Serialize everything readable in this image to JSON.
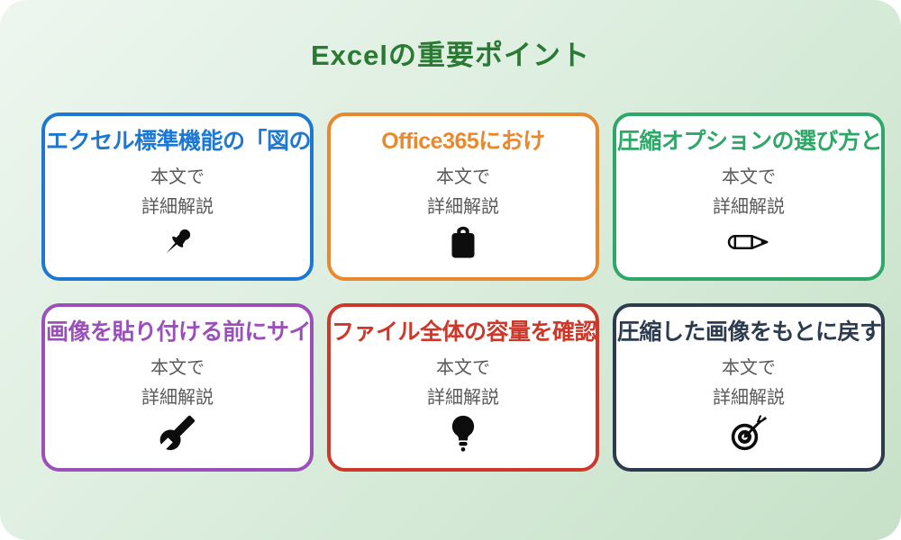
{
  "page": {
    "title": "Excelの重要ポイント",
    "title_color": "#2b7a34",
    "background_top_color": "#edf6ef",
    "background_bottom_color": "#c6e1c8",
    "card_background_color": "#ffffff",
    "body_text_color": "#595959",
    "icon_color": "#0d0d0d"
  },
  "cards": [
    {
      "title": "エクセル標準機能の「図の",
      "body_line1": "本文で",
      "body_line2": "詳細解説",
      "color": "#1e78d2",
      "icon": "pushpin-icon"
    },
    {
      "title": "Office365におけ",
      "body_line1": "本文で",
      "body_line2": "詳細解説",
      "color": "#e8882f",
      "icon": "clipboard-icon"
    },
    {
      "title": "圧縮オプションの選び方と",
      "body_line1": "本文で",
      "body_line2": "詳細解説",
      "color": "#2fa768",
      "icon": "pencil-icon"
    },
    {
      "title": "画像を貼り付ける前にサイ",
      "body_line1": "本文で",
      "body_line2": "詳細解説",
      "color": "#9b4fb8",
      "icon": "wrench-icon"
    },
    {
      "title": "ファイル全体の容量を確認",
      "body_line1": "本文で",
      "body_line2": "詳細解説",
      "color": "#cc392b",
      "icon": "lightbulb-icon"
    },
    {
      "title": "圧縮した画像をもとに戻す",
      "body_line1": "本文で",
      "body_line2": "詳細解説",
      "color": "#2c3b4e",
      "icon": "dart-target-icon"
    }
  ]
}
